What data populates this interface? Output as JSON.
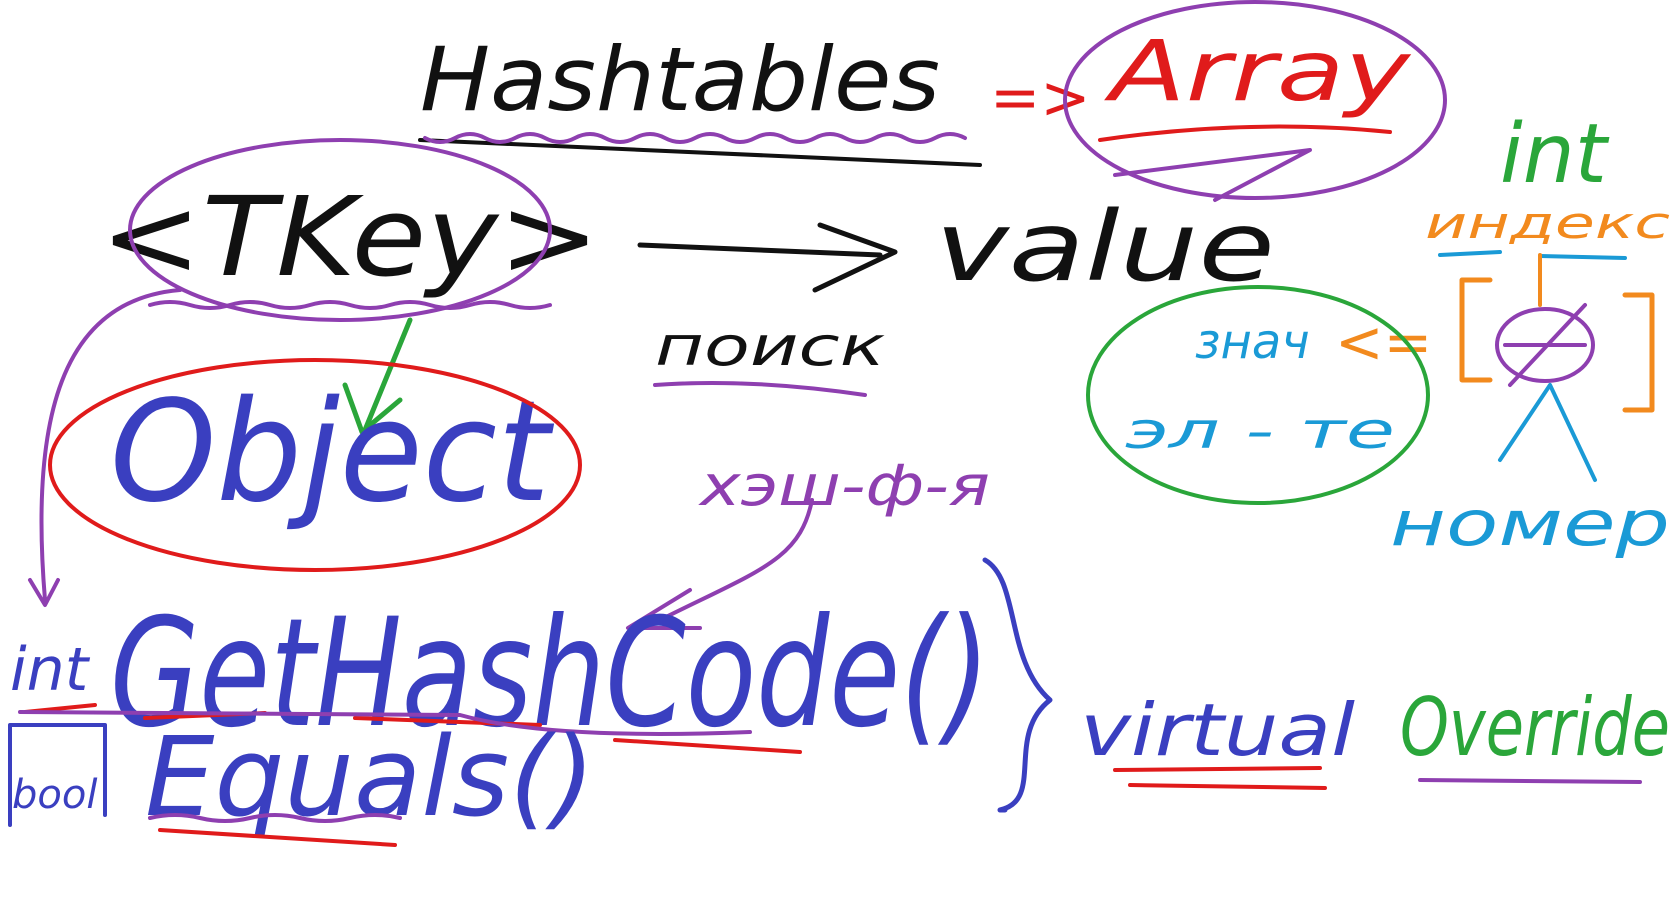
{
  "colors": {
    "black": "#111111",
    "red": "#e01b1b",
    "purple": "#8e3fb0",
    "green": "#2aa63a",
    "blue": "#3a3fc0",
    "lightblue": "#1a9ad6",
    "orange": "#f28a1e"
  },
  "labels": {
    "title": "Hashtables",
    "arrow_eq": "=>",
    "array": "Array",
    "int_top": "int",
    "tkey": "<TKey>",
    "value": "value",
    "poisk": "поиск",
    "object": "Object",
    "hash_func": "хэш-ф-я",
    "znach": "знач",
    "el_te": "эл - те",
    "indeks": "индекс",
    "nomer": "номер",
    "arrow_lt": "<=",
    "int_left": "int",
    "bool_left": "bool",
    "get_hash_code": "GetHashCode()",
    "equals": "Equals()",
    "virtual": "virtual",
    "override": "Override"
  }
}
